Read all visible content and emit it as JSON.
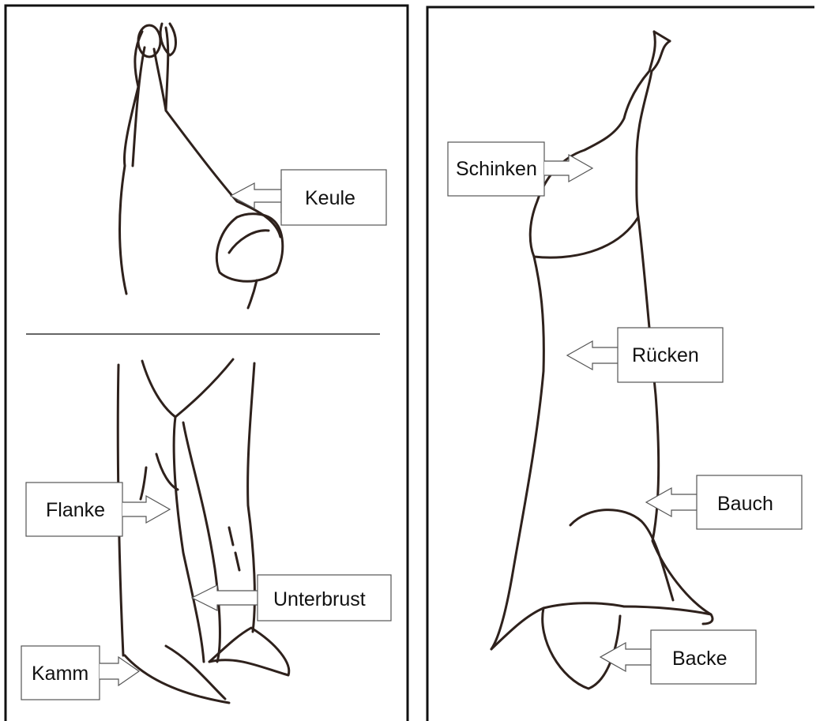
{
  "labels": {
    "keule": "Keule",
    "flanke": "Flanke",
    "unterbrust": "Unterbrust",
    "kamm": "Kamm",
    "schinken": "Schinken",
    "ruecken": "Rücken",
    "bauch": "Bauch",
    "backe": "Backe"
  }
}
